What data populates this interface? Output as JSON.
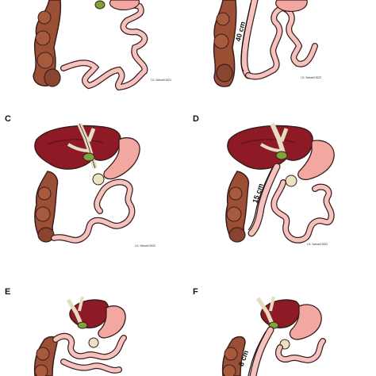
{
  "panels": [
    {
      "id": "A",
      "letter": "",
      "credit": "I.G. Schoell 2021"
    },
    {
      "id": "B",
      "letter": "",
      "credit": "I.G. Schoell 2022",
      "measure": "40 cm"
    },
    {
      "id": "C",
      "letter": "C",
      "credit": "I.G. Schoell 2022"
    },
    {
      "id": "D",
      "letter": "D",
      "credit": "I.G. Schoell 2022",
      "measure": "15 cm"
    },
    {
      "id": "E",
      "letter": "E",
      "credit": ""
    },
    {
      "id": "F",
      "letter": "F",
      "credit": "",
      "measure": "8 cm"
    }
  ],
  "colors": {
    "colon": "#9b5035",
    "colon_dark": "#6f3320",
    "bowel": "#f6c2bd",
    "bowel_edge": "#3b1d1d",
    "liver": "#8d1a25",
    "liver_dark": "#5a0f18",
    "vessel": "#e6dcc0",
    "gallbladder": "#7da33a",
    "stomach": "#f2a8a0",
    "duodenum": "#e9e3c3",
    "measure_line": "#111111"
  }
}
